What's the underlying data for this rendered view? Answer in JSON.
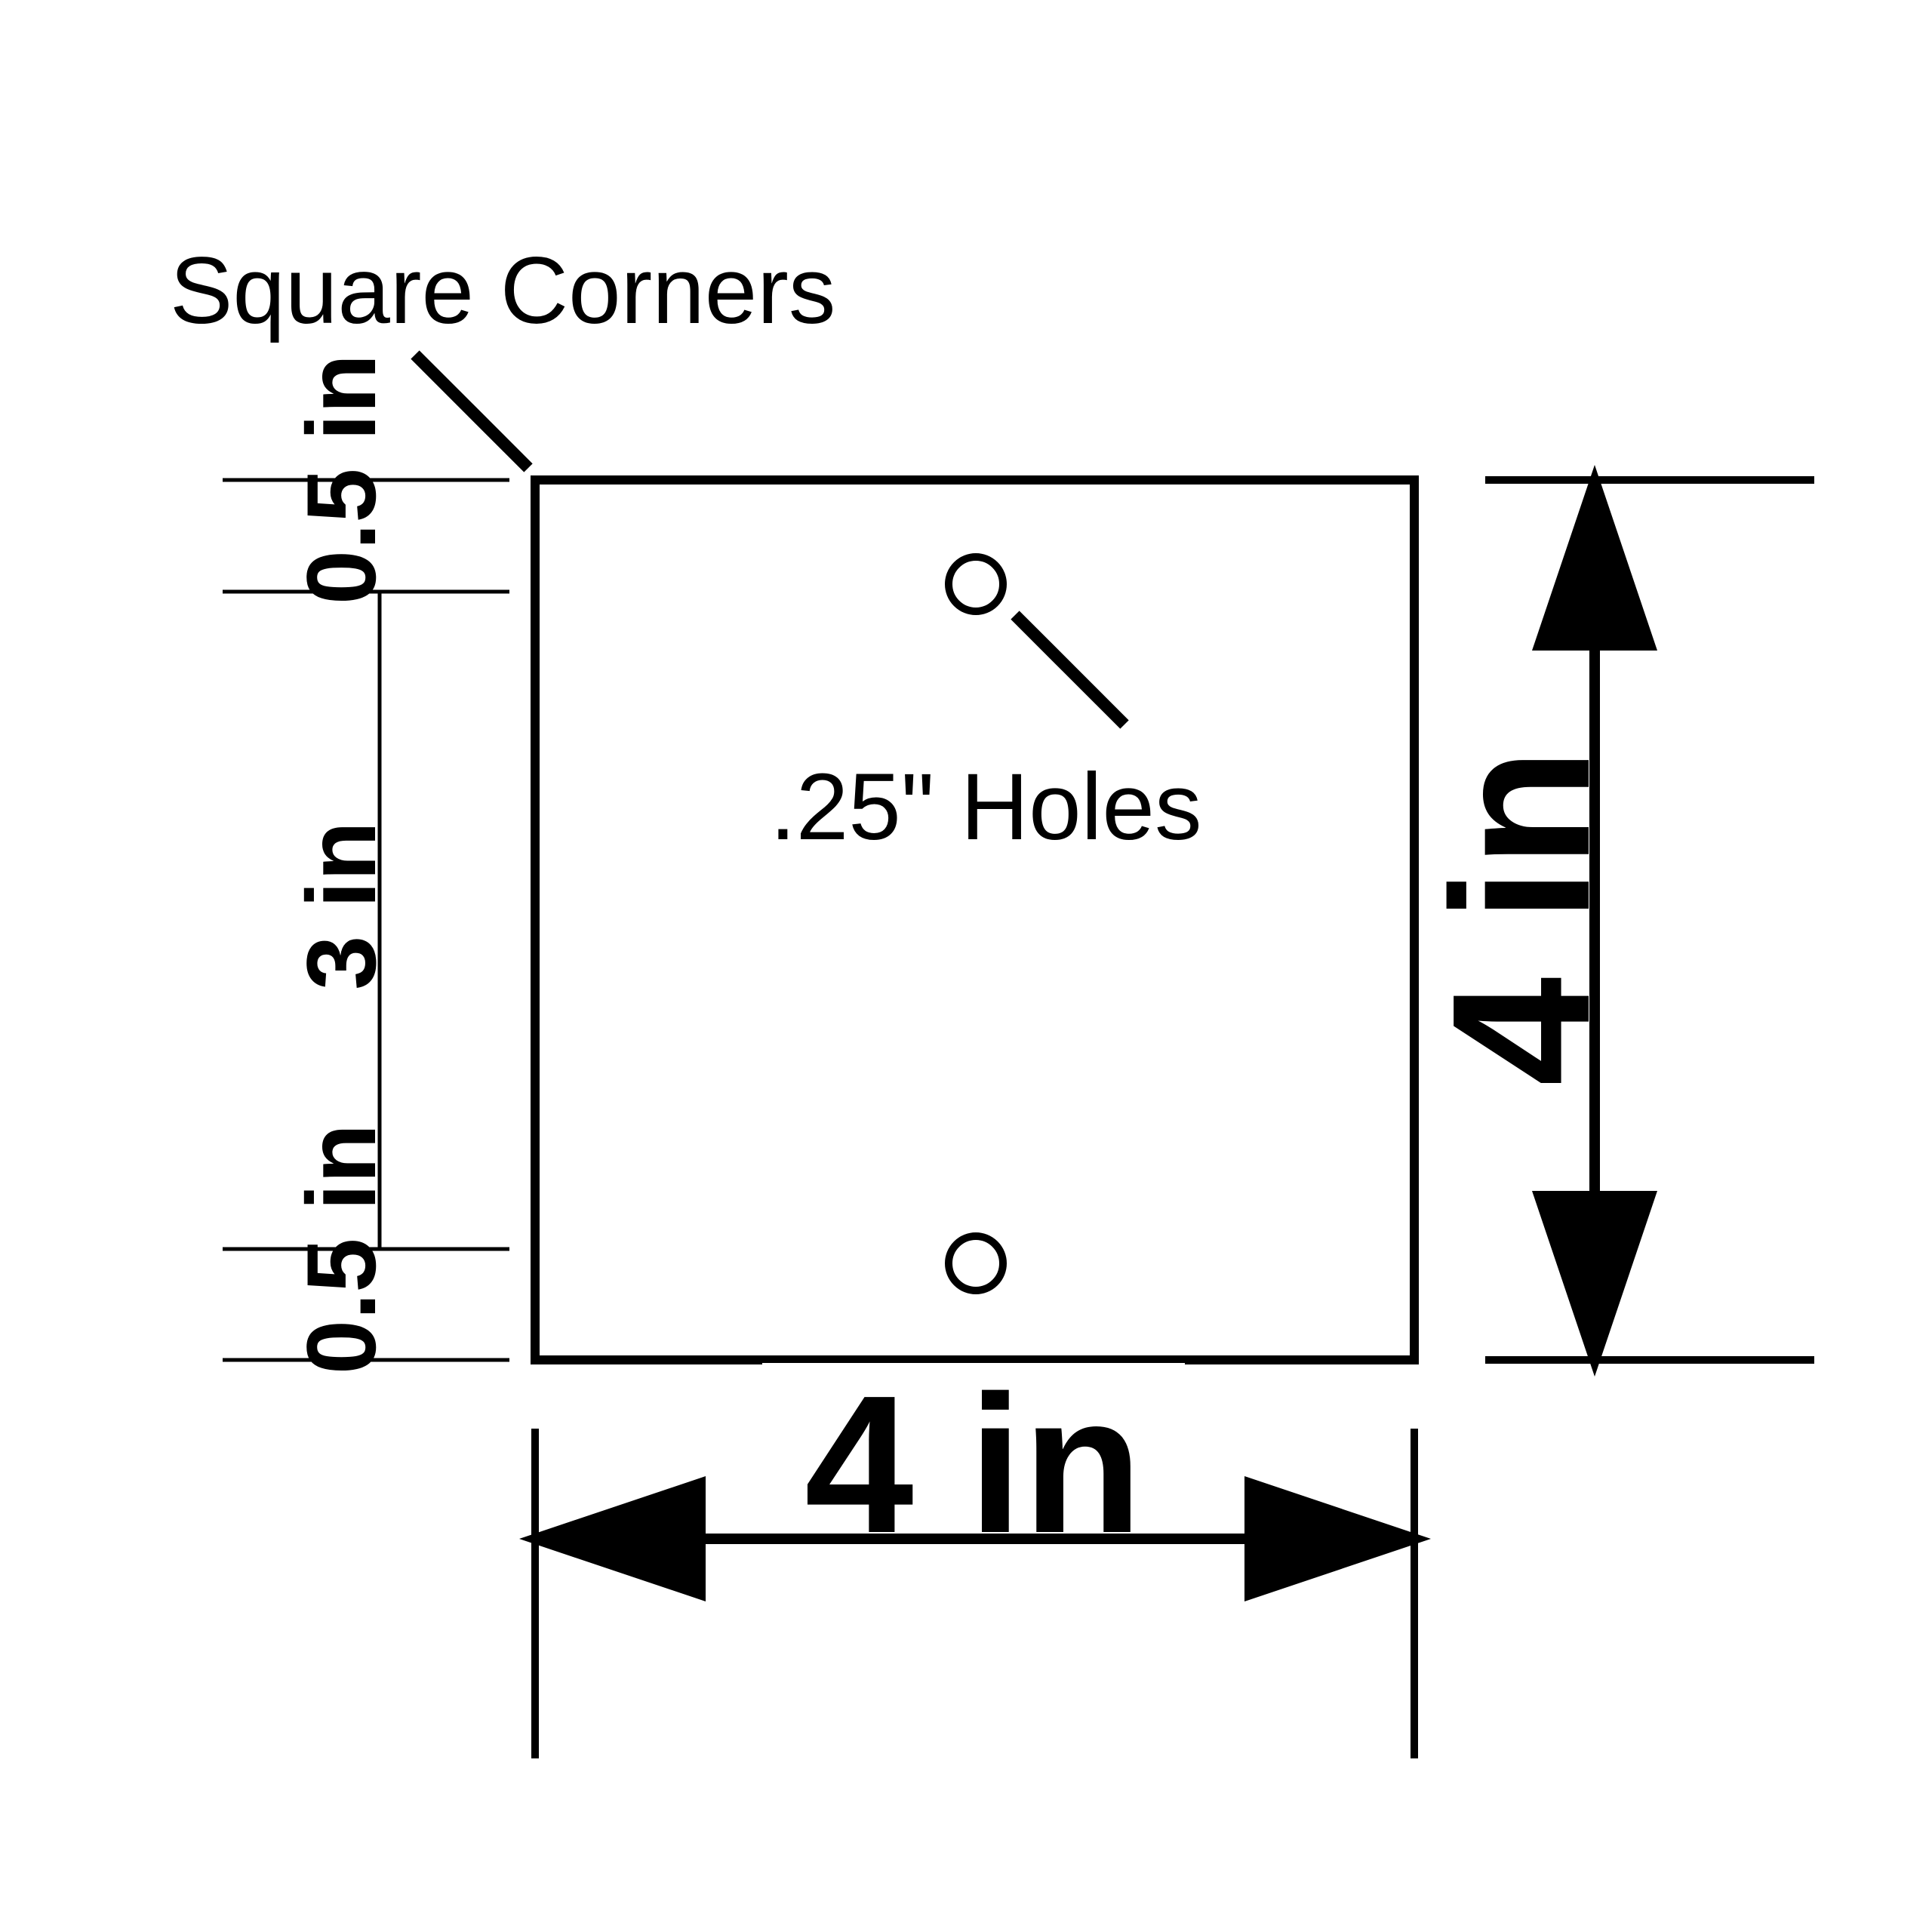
{
  "labels": {
    "corners": "Square Corners",
    "holes": ".25\" Holes"
  },
  "dimensions": {
    "width": "4 in",
    "height": "4 in",
    "top_offset": "0.5 in",
    "hole_spacing": "3 in",
    "bottom_offset": "0.5 in"
  },
  "colors": {
    "ink": "#000000",
    "paper": "#ffffff"
  }
}
